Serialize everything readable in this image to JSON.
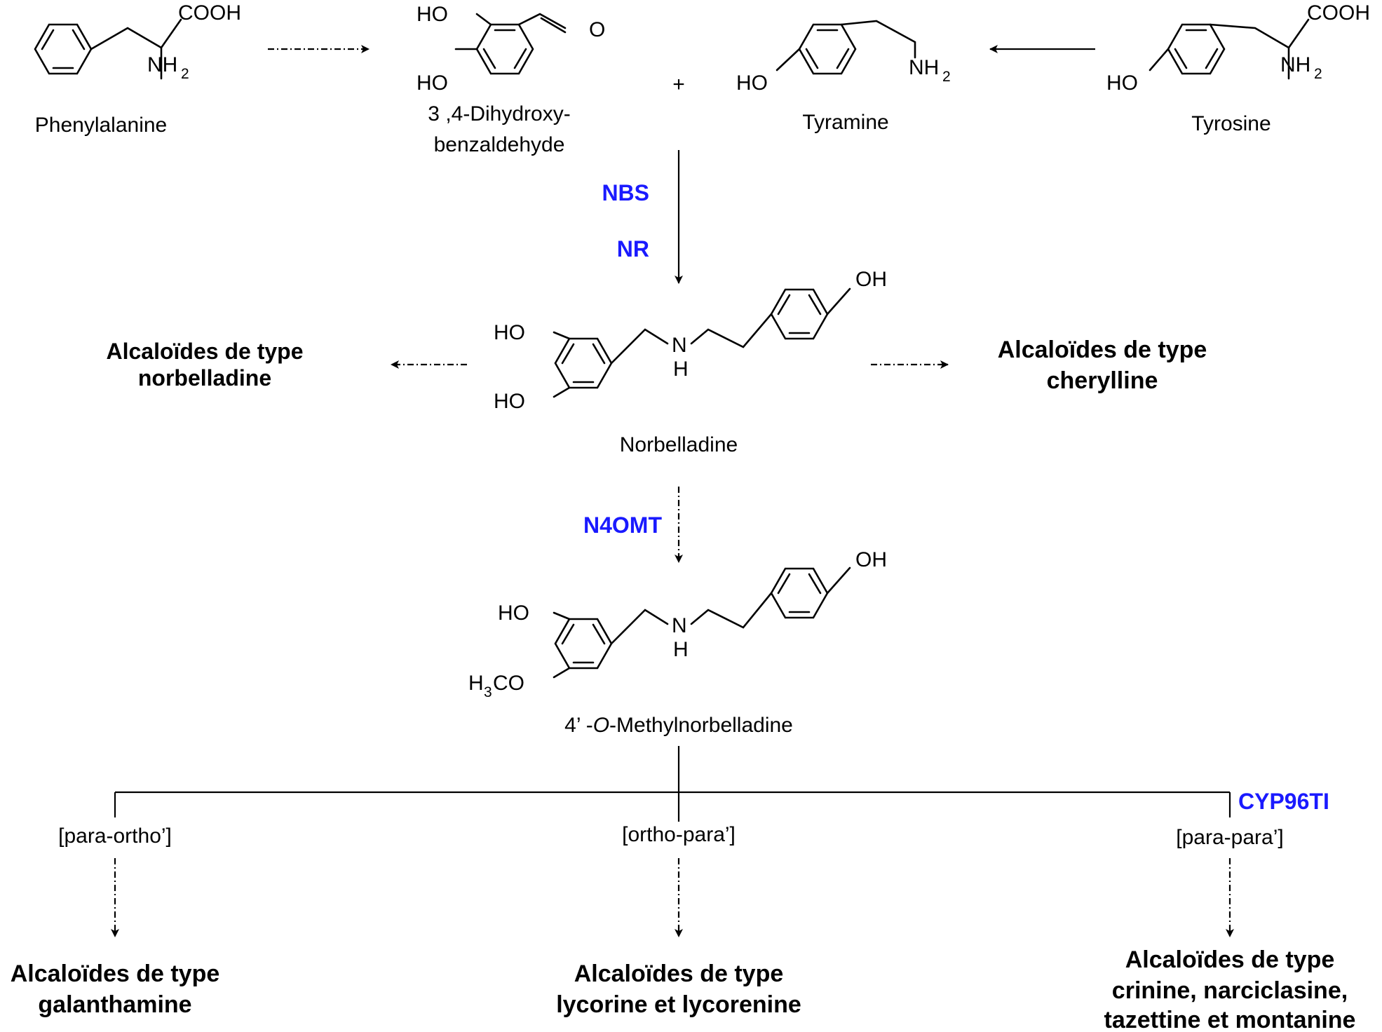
{
  "compounds": {
    "phenylalanine": {
      "name": "Phenylalanine",
      "cooh": "COOH",
      "nh": "NH",
      "sub": "2"
    },
    "dhba": {
      "name_line1": "3 ,4-Dihydroxy-",
      "name_line2": "benzaldehyde",
      "ho1": "HO",
      "ho2": "HO",
      "o": "O"
    },
    "plus": "+",
    "tyramine": {
      "name": "Tyramine",
      "ho": "HO",
      "nh": "NH",
      "sub": "2"
    },
    "tyrosine": {
      "name": "Tyrosine",
      "ho": "HO",
      "cooh": "COOH",
      "nh": "NH",
      "sub": "2"
    },
    "norbelladine": {
      "name": "Norbelladine",
      "ho1": "HO",
      "ho2": "HO",
      "oh": "OH",
      "n": "N",
      "h": "H"
    },
    "methylnorbelladine": {
      "name_prefix": "4’ -",
      "name_italic": "O",
      "name_suffix": "-Methylnorbelladine",
      "ho": "HO",
      "oh": "OH",
      "n": "N",
      "h": "H",
      "h3co_h": "H",
      "h3co_sub": "3",
      "h3co_co": "CO"
    }
  },
  "enzymes": {
    "nbs": "NBS",
    "nr": "NR",
    "n4omt": "N4OMT",
    "cyp": "CYP96TI"
  },
  "couplings": {
    "para_ortho": "[para-ortho’]",
    "ortho_para": "[ortho-para’]",
    "para_para": "[para-para’]"
  },
  "classes": {
    "norbelladine": [
      "Alcaloïdes de type",
      "norbelladine"
    ],
    "cherylline": [
      "Alcaloïdes de type",
      "cherylline"
    ],
    "galanthamine": [
      "Alcaloïdes de type",
      "galanthamine"
    ],
    "lycorine": [
      "Alcaloïdes de type",
      "lycorine et lycorenine"
    ],
    "crinine": [
      "Alcaloïdes de type",
      "crinine, narciclasine,",
      "tazettine et montanine"
    ]
  },
  "colors": {
    "enzyme": "#1a1aff",
    "text": "#000000"
  }
}
